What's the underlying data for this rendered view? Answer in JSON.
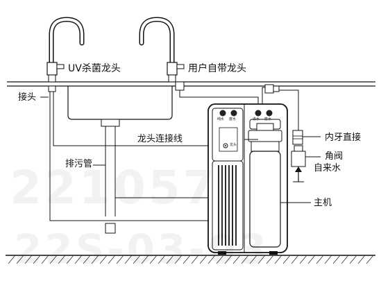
{
  "labels": {
    "uv_faucet": "UV杀菌龙头",
    "user_faucet": "用户自带龙头",
    "joint": "接头",
    "faucet_cable": "龙头连接线",
    "drain_pipe": "排污管",
    "inner_thread_fitting": "内牙直接",
    "angle_valve": "角阀",
    "tap_water": "自来水",
    "main_unit": "主机"
  },
  "panel": {
    "pure_water": "纯水",
    "waste_water": "废水",
    "tap_in": "进水",
    "waste_out": "废水",
    "dragon_head": "龙头"
  },
  "watermark": {
    "line1": "221057",
    "line2": "22S-03-03"
  },
  "colors": {
    "line": "#111111",
    "light_gray": "#cccccc"
  }
}
